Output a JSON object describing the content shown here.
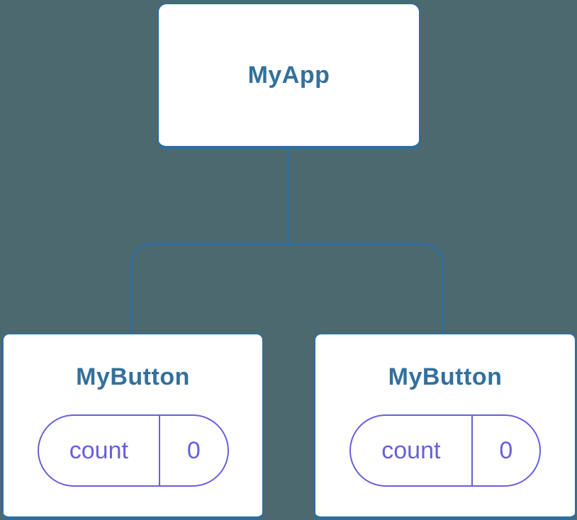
{
  "diagram": {
    "type": "component-tree",
    "colors": {
      "background": "#4C6970",
      "node_fill": "#FFFFFF",
      "node_border_blue": "#2E6E9E",
      "title_text_blue": "#33709C",
      "state_purple": "#6660DC"
    },
    "tree": {
      "root": {
        "label": "MyApp"
      },
      "children": [
        {
          "label": "MyButton",
          "state": {
            "name": "count",
            "value": "0"
          }
        },
        {
          "label": "MyButton",
          "state": {
            "name": "count",
            "value": "0"
          }
        }
      ]
    }
  }
}
